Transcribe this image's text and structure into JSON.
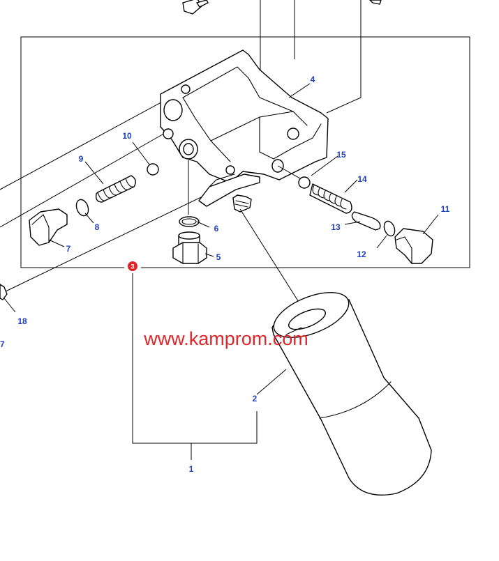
{
  "diagram": {
    "watermark": "www.kamprom.com",
    "reference_badge": "3",
    "colors": {
      "callout": "#1f3fbf",
      "watermark": "#e0262b",
      "badge": "#e0262b",
      "line": "#000000"
    },
    "callouts": {
      "c1": "1",
      "c2": "2",
      "c4": "4",
      "c5": "5",
      "c6": "6",
      "c7": "7",
      "c8": "8",
      "c9": "9",
      "c10": "10",
      "c11": "11",
      "c12": "12",
      "c13": "13",
      "c14": "14",
      "c15": "15",
      "c18": "18",
      "c17": "7"
    }
  }
}
